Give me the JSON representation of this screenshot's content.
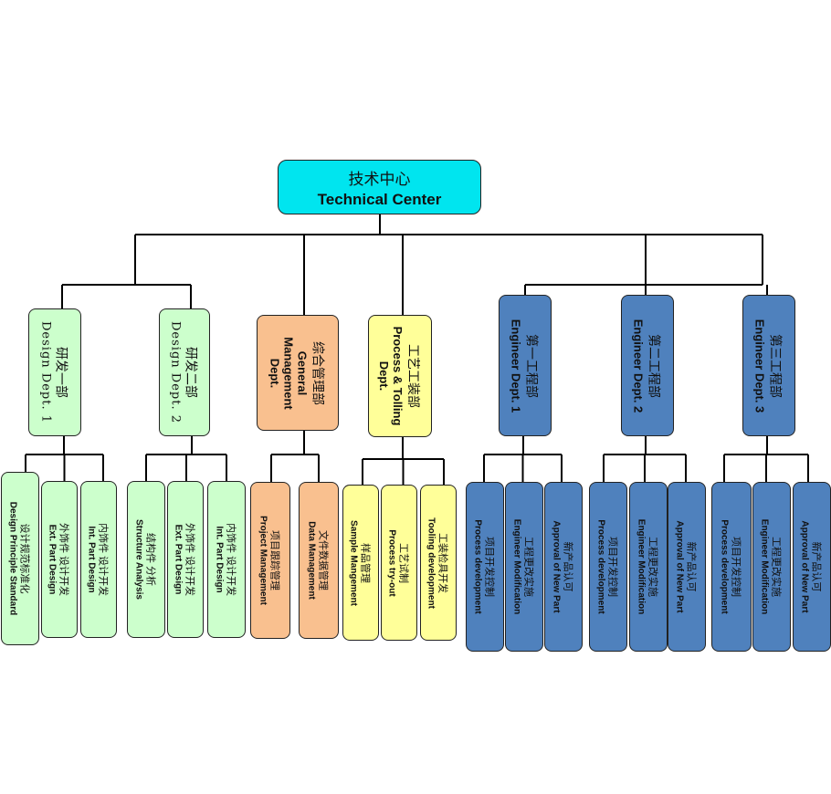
{
  "root": {
    "zh": "技术中心",
    "en": "Technical Center"
  },
  "departments": [
    {
      "id": "design1",
      "zh": "研发一部",
      "en": [
        "Design Dept. 1"
      ],
      "items": [
        {
          "zh": "设计规范标准化",
          "en": [
            "Design Principle Standard"
          ]
        },
        {
          "zh": "外饰件 设计开发",
          "en": [
            "Ext. Part Design"
          ]
        },
        {
          "zh": "内饰件 设计开发",
          "en": [
            "Int. Part Design"
          ]
        }
      ]
    },
    {
      "id": "design2",
      "zh": "研发二部",
      "en": [
        "Design Dept. 2"
      ],
      "items": [
        {
          "zh": "结构件 分析",
          "en": [
            "Structure Analysis"
          ]
        },
        {
          "zh": "外饰件 设计开发",
          "en": [
            "Ext. Part Design"
          ]
        },
        {
          "zh": "内饰件 设计开发",
          "en": [
            "Int. Part Design"
          ]
        }
      ]
    },
    {
      "id": "general",
      "zh": "综合管理部",
      "en": [
        "General",
        "Management",
        "Dept."
      ],
      "items": [
        {
          "zh": "项目跟踪管理",
          "en": [
            "Project Management"
          ]
        },
        {
          "zh": "文件数据管理",
          "en": [
            "Data Management"
          ]
        }
      ]
    },
    {
      "id": "process",
      "zh": "工艺工装部",
      "en": [
        "Process & Tolling",
        "Dept."
      ],
      "items": [
        {
          "zh": "样品管理",
          "en": [
            "Sample Mangement"
          ]
        },
        {
          "zh": "工艺试制",
          "en": [
            "Process try-out"
          ]
        },
        {
          "zh": "工装检具开发",
          "en": [
            "Tooling development"
          ]
        }
      ]
    },
    {
      "id": "eng1",
      "zh": "第一工程部",
      "en": [
        "Engineer Dept. 1"
      ],
      "items": [
        {
          "zh": "项目开发控制",
          "en": [
            "Process development"
          ]
        },
        {
          "zh": "工程更改实施",
          "en": [
            "Engineer Modification"
          ]
        },
        {
          "zh": "新产品认可",
          "en": [
            "Approval of New Part"
          ]
        }
      ]
    },
    {
      "id": "eng2",
      "zh": "第二工程部",
      "en": [
        "Engineer Dept. 2"
      ],
      "items": [
        {
          "zh": "项目开发控制",
          "en": [
            "Process development"
          ]
        },
        {
          "zh": "工程更改实施",
          "en": [
            "Engineer Modification"
          ]
        },
        {
          "zh": "新产品认可",
          "en": [
            "Approval of New Part"
          ]
        }
      ]
    },
    {
      "id": "eng3",
      "zh": "第三工程部",
      "en": [
        "Engineer Dept. 3"
      ],
      "items": [
        {
          "zh": "项目开发控制",
          "en": [
            "Process development"
          ]
        },
        {
          "zh": "工程更改实施",
          "en": [
            "Engineer Modification"
          ]
        },
        {
          "zh": "新产品认可",
          "en": [
            "Approval of New Part"
          ]
        }
      ]
    }
  ],
  "colors": {
    "root": "#00e5ef",
    "design": "#ccffcc",
    "general": "#f9c08f",
    "process": "#ffff99",
    "engineering": "#4f81bd",
    "lines": "#000000"
  }
}
